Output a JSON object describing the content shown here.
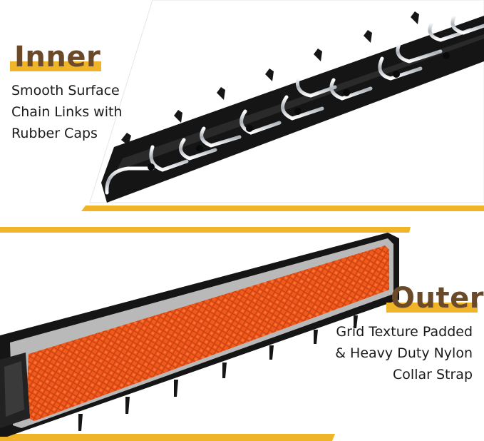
{
  "colors": {
    "accent_gold": "#f0b429",
    "title_brown": "#6b4a2a",
    "mesh_orange": "#f25a1d",
    "strap_black": "#151515",
    "reflective_gray": "#b9b9b9",
    "chain_silver": "#d9dde2"
  },
  "inner": {
    "title": "Inner",
    "lines": [
      "Smooth Surface",
      "Chain Links with",
      "Rubber Caps"
    ]
  },
  "outer": {
    "title": "Outer",
    "lines": [
      "Grid Texture Padded",
      "& Heavy Duty Nylon",
      "Collar Strap"
    ]
  }
}
